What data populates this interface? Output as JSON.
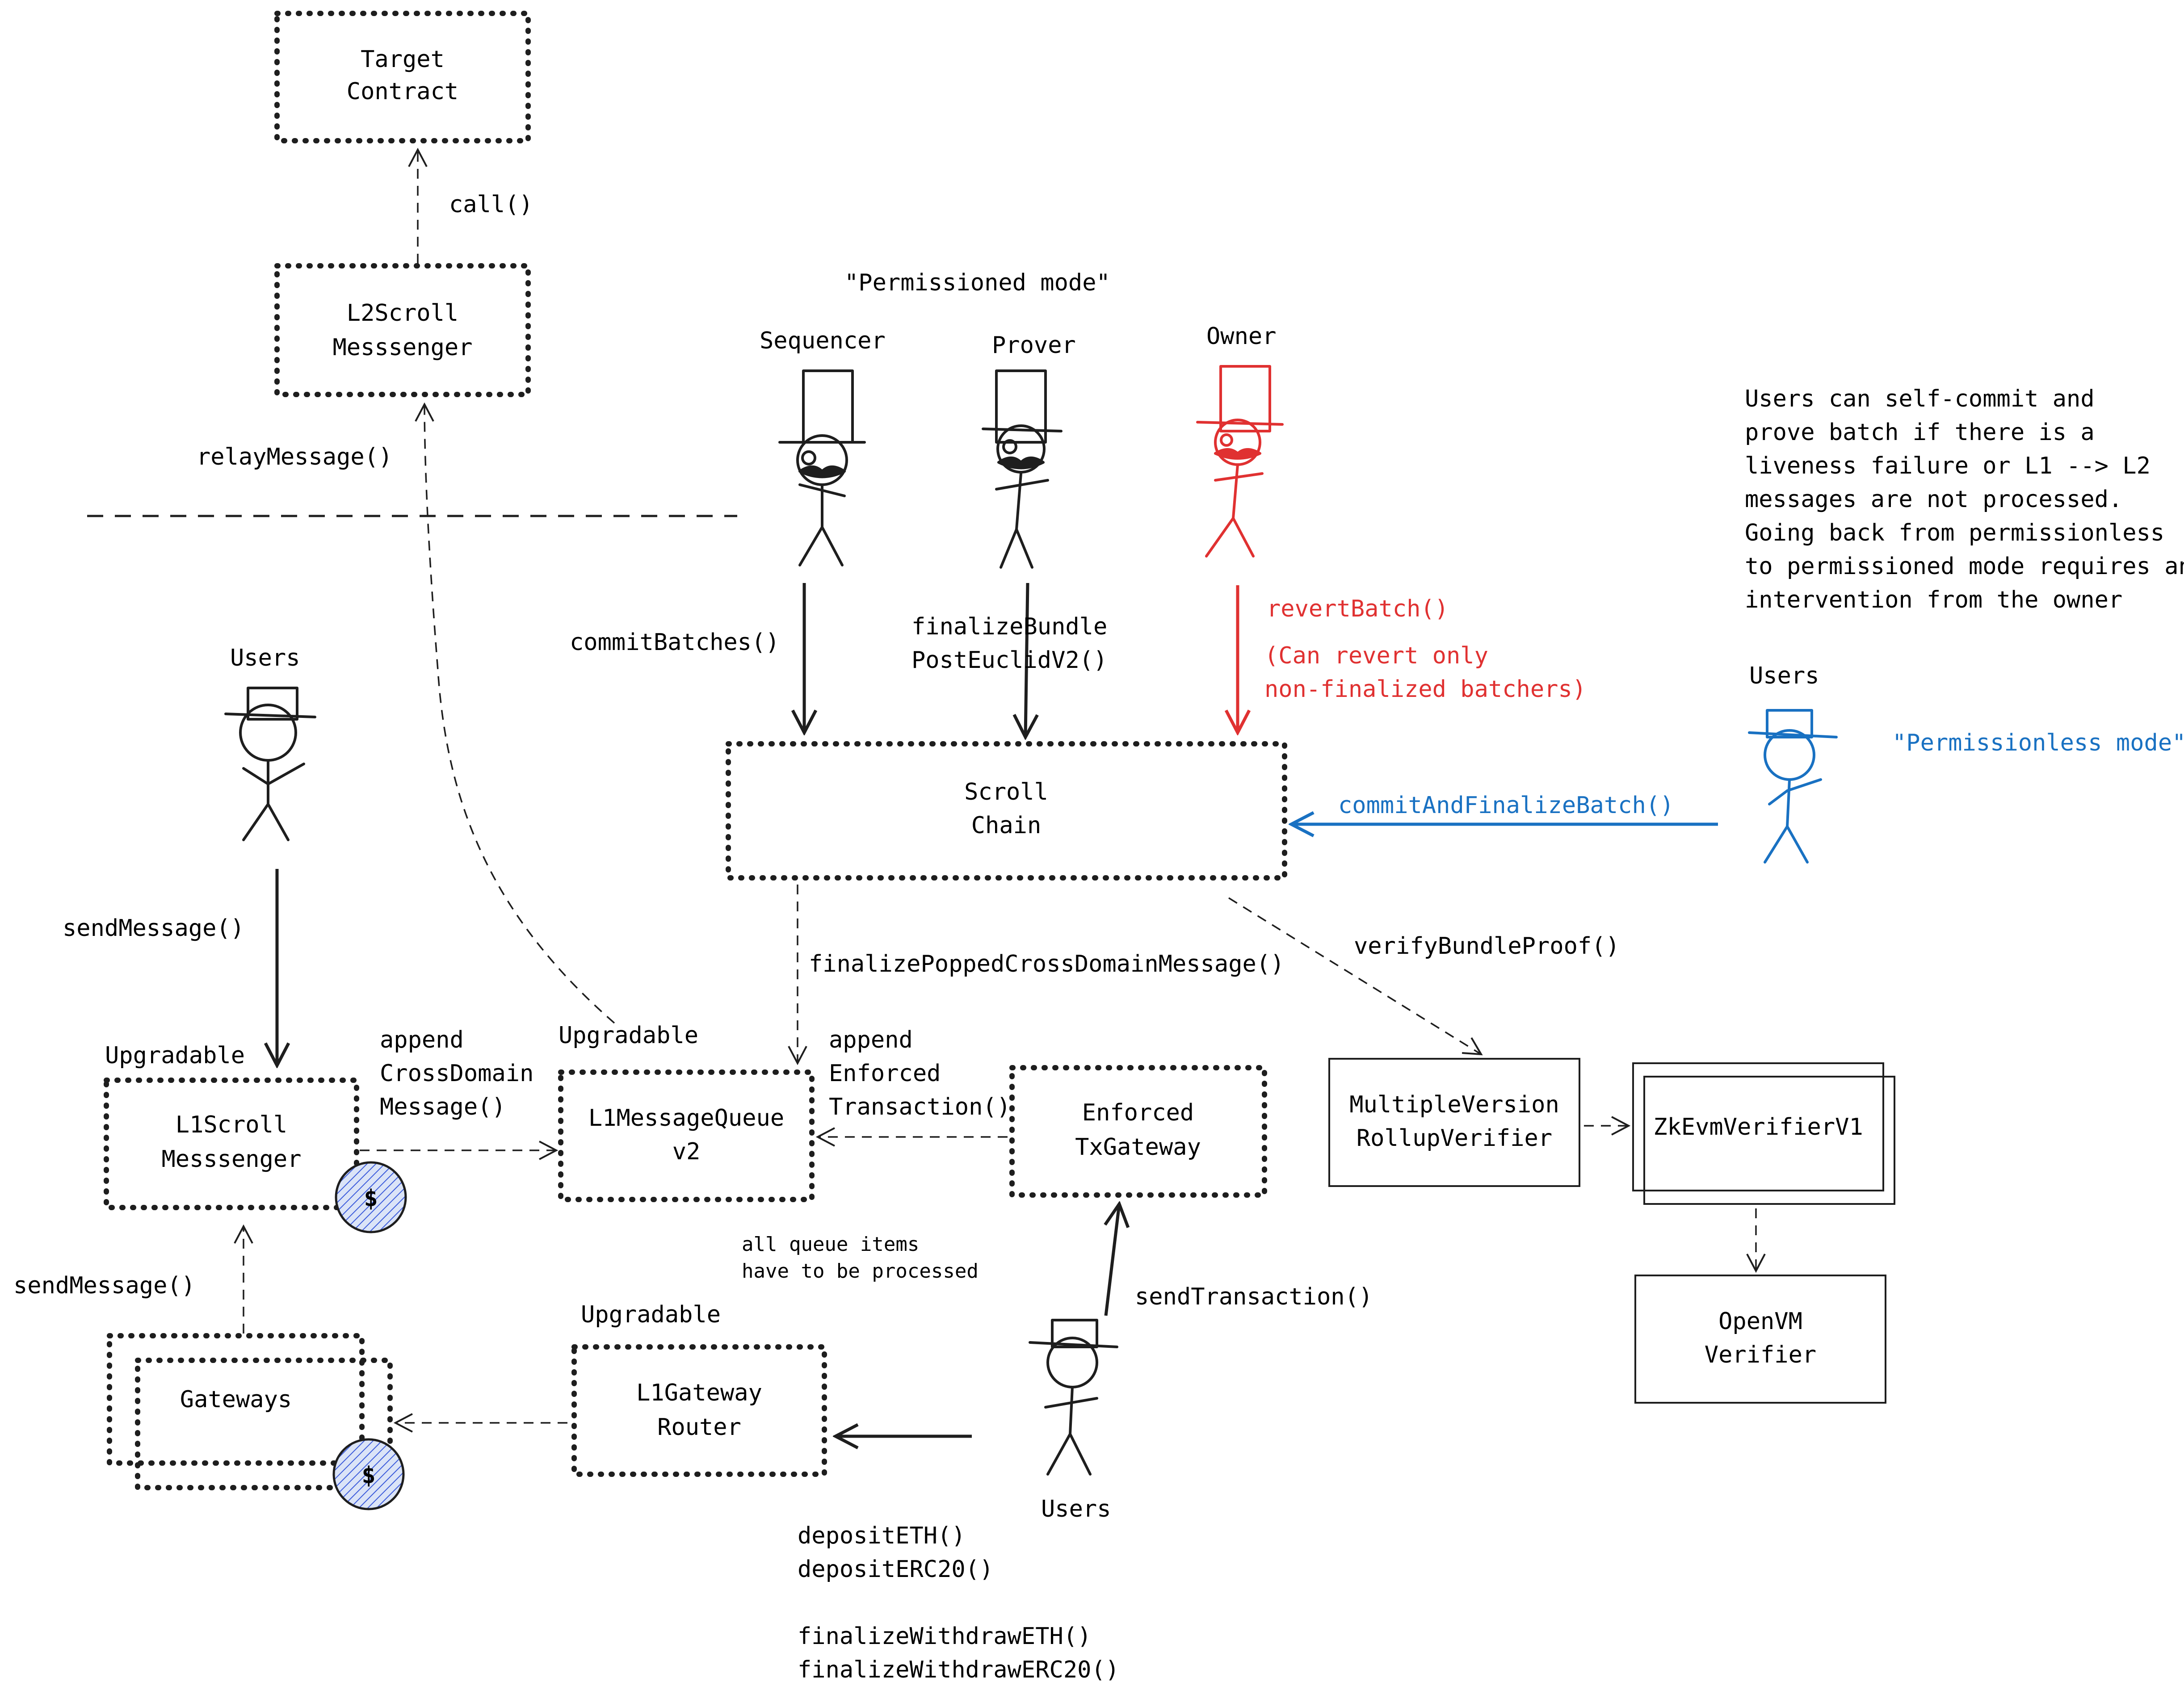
{
  "nodes": {
    "target_contract": [
      "Target",
      "Contract"
    ],
    "l2_messenger": [
      "L2Scroll",
      "Messsenger"
    ],
    "scroll_chain": [
      "Scroll",
      "Chain"
    ],
    "l1_messenger": [
      "L1Scroll",
      "Messsenger"
    ],
    "l1_queue": [
      "L1MessageQueue",
      "v2"
    ],
    "enforced_gateway": [
      "Enforced",
      "TxGateway"
    ],
    "multi_verifier": [
      "MultipleVersion",
      "RollupVerifier"
    ],
    "zkevm_verifier": [
      "ZkEvmVerifierV1"
    ],
    "openvm_verifier": [
      "OpenVM",
      "Verifier"
    ],
    "gateways": [
      "Gateways"
    ],
    "l1_router": [
      "L1Gateway",
      "Router"
    ]
  },
  "tags": {
    "upgradable_messenger": "Upgradable",
    "upgradable_queue": "Upgradable",
    "upgradable_router": "Upgradable",
    "coin_symbol_1": "$",
    "coin_symbol_2": "$"
  },
  "actors": {
    "sequencer": "Sequencer",
    "prover": "Prover",
    "owner": "Owner",
    "users_top": "Users",
    "users_right": "Users",
    "users_bottom": "Users"
  },
  "edges": {
    "call": "call()",
    "relay_message": "relayMessage()",
    "commit_batches": "commitBatches()",
    "finalize_bundle": [
      "finalizeBundle",
      "PostEuclidV2()"
    ],
    "revert_batch": "revertBatch()",
    "revert_note": [
      "(Can revert only",
      "non-finalized batchers)"
    ],
    "commit_and_finalize": "commitAndFinalizeBatch()",
    "send_message_users": "sendMessage()",
    "finalize_popped": "finalizePoppedCrossDomainMessage()",
    "verify_bundle": "verifyBundleProof()",
    "append_cross_domain": [
      "append",
      "CrossDomain",
      "Message()"
    ],
    "append_enforced": [
      "append",
      "Enforced",
      "Transaction()"
    ],
    "send_message_gateways": "sendMessage()",
    "send_transaction": "sendTransaction()",
    "router_methods": [
      "depositETH()",
      "depositERC20()",
      "",
      "finalizeWithdrawETH()",
      "finalizeWithdrawERC20()"
    ]
  },
  "notes": {
    "permissioned_mode": "\"Permissioned mode\"",
    "permissionless_mode": "\"Permissionless mode\"",
    "queue_note": [
      "all queue items",
      "have to be processed"
    ],
    "self_commit_note": [
      "Users can self-commit and",
      "prove batch if there is a",
      "liveness failure or L1 --> L2",
      "messages are not processed.",
      "Going back from permissionless",
      "to permissioned mode requires an",
      "intervention from the owner"
    ]
  },
  "colors": {
    "ink": "#1e1e1e",
    "owner_red": "#e03131",
    "permissionless_blue": "#1971c2",
    "coin_fill": "#c5d3f0"
  }
}
